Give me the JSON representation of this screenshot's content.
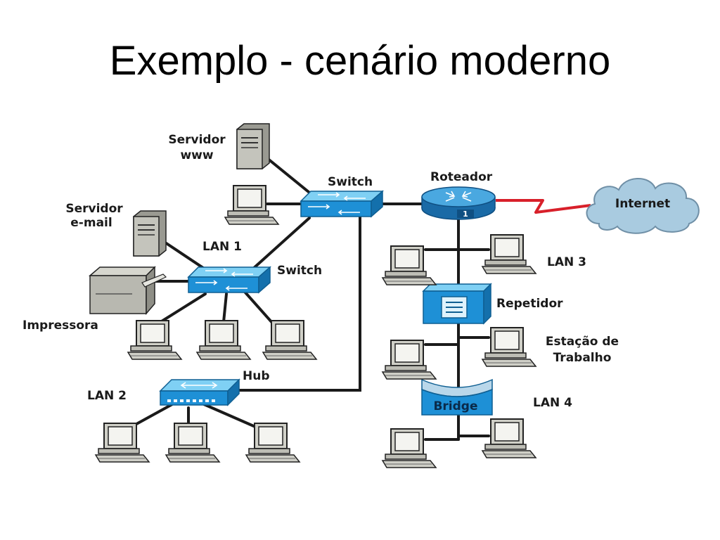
{
  "slide": {
    "title": "Exemplo - cenário moderno"
  },
  "colors": {
    "device_blue": "#1e90d6",
    "device_blue_light": "#5cc0f0",
    "router_blue": "#2a86c8",
    "wan_link": "#d8202a",
    "cloud": "#a9cbe0",
    "server_gray": "#b8b8b0",
    "pc_gray": "#c8c8c0"
  },
  "labels": {
    "servidor_www": [
      "Servidor",
      "www"
    ],
    "servidor_email": [
      "Servidor",
      "e-mail"
    ],
    "switch_top": "Switch",
    "switch_lan1": "Switch",
    "lan1": "LAN 1",
    "impressora": "Impressora",
    "lan2": "LAN 2",
    "hub": "Hub",
    "roteador": "Roteador",
    "router_port": "1",
    "internet": "Internet",
    "lan3": "LAN 3",
    "repetidor": "Repetidor",
    "estacao": [
      "Estação de",
      "Trabalho"
    ],
    "bridge": "Bridge",
    "lan4": "LAN 4"
  }
}
